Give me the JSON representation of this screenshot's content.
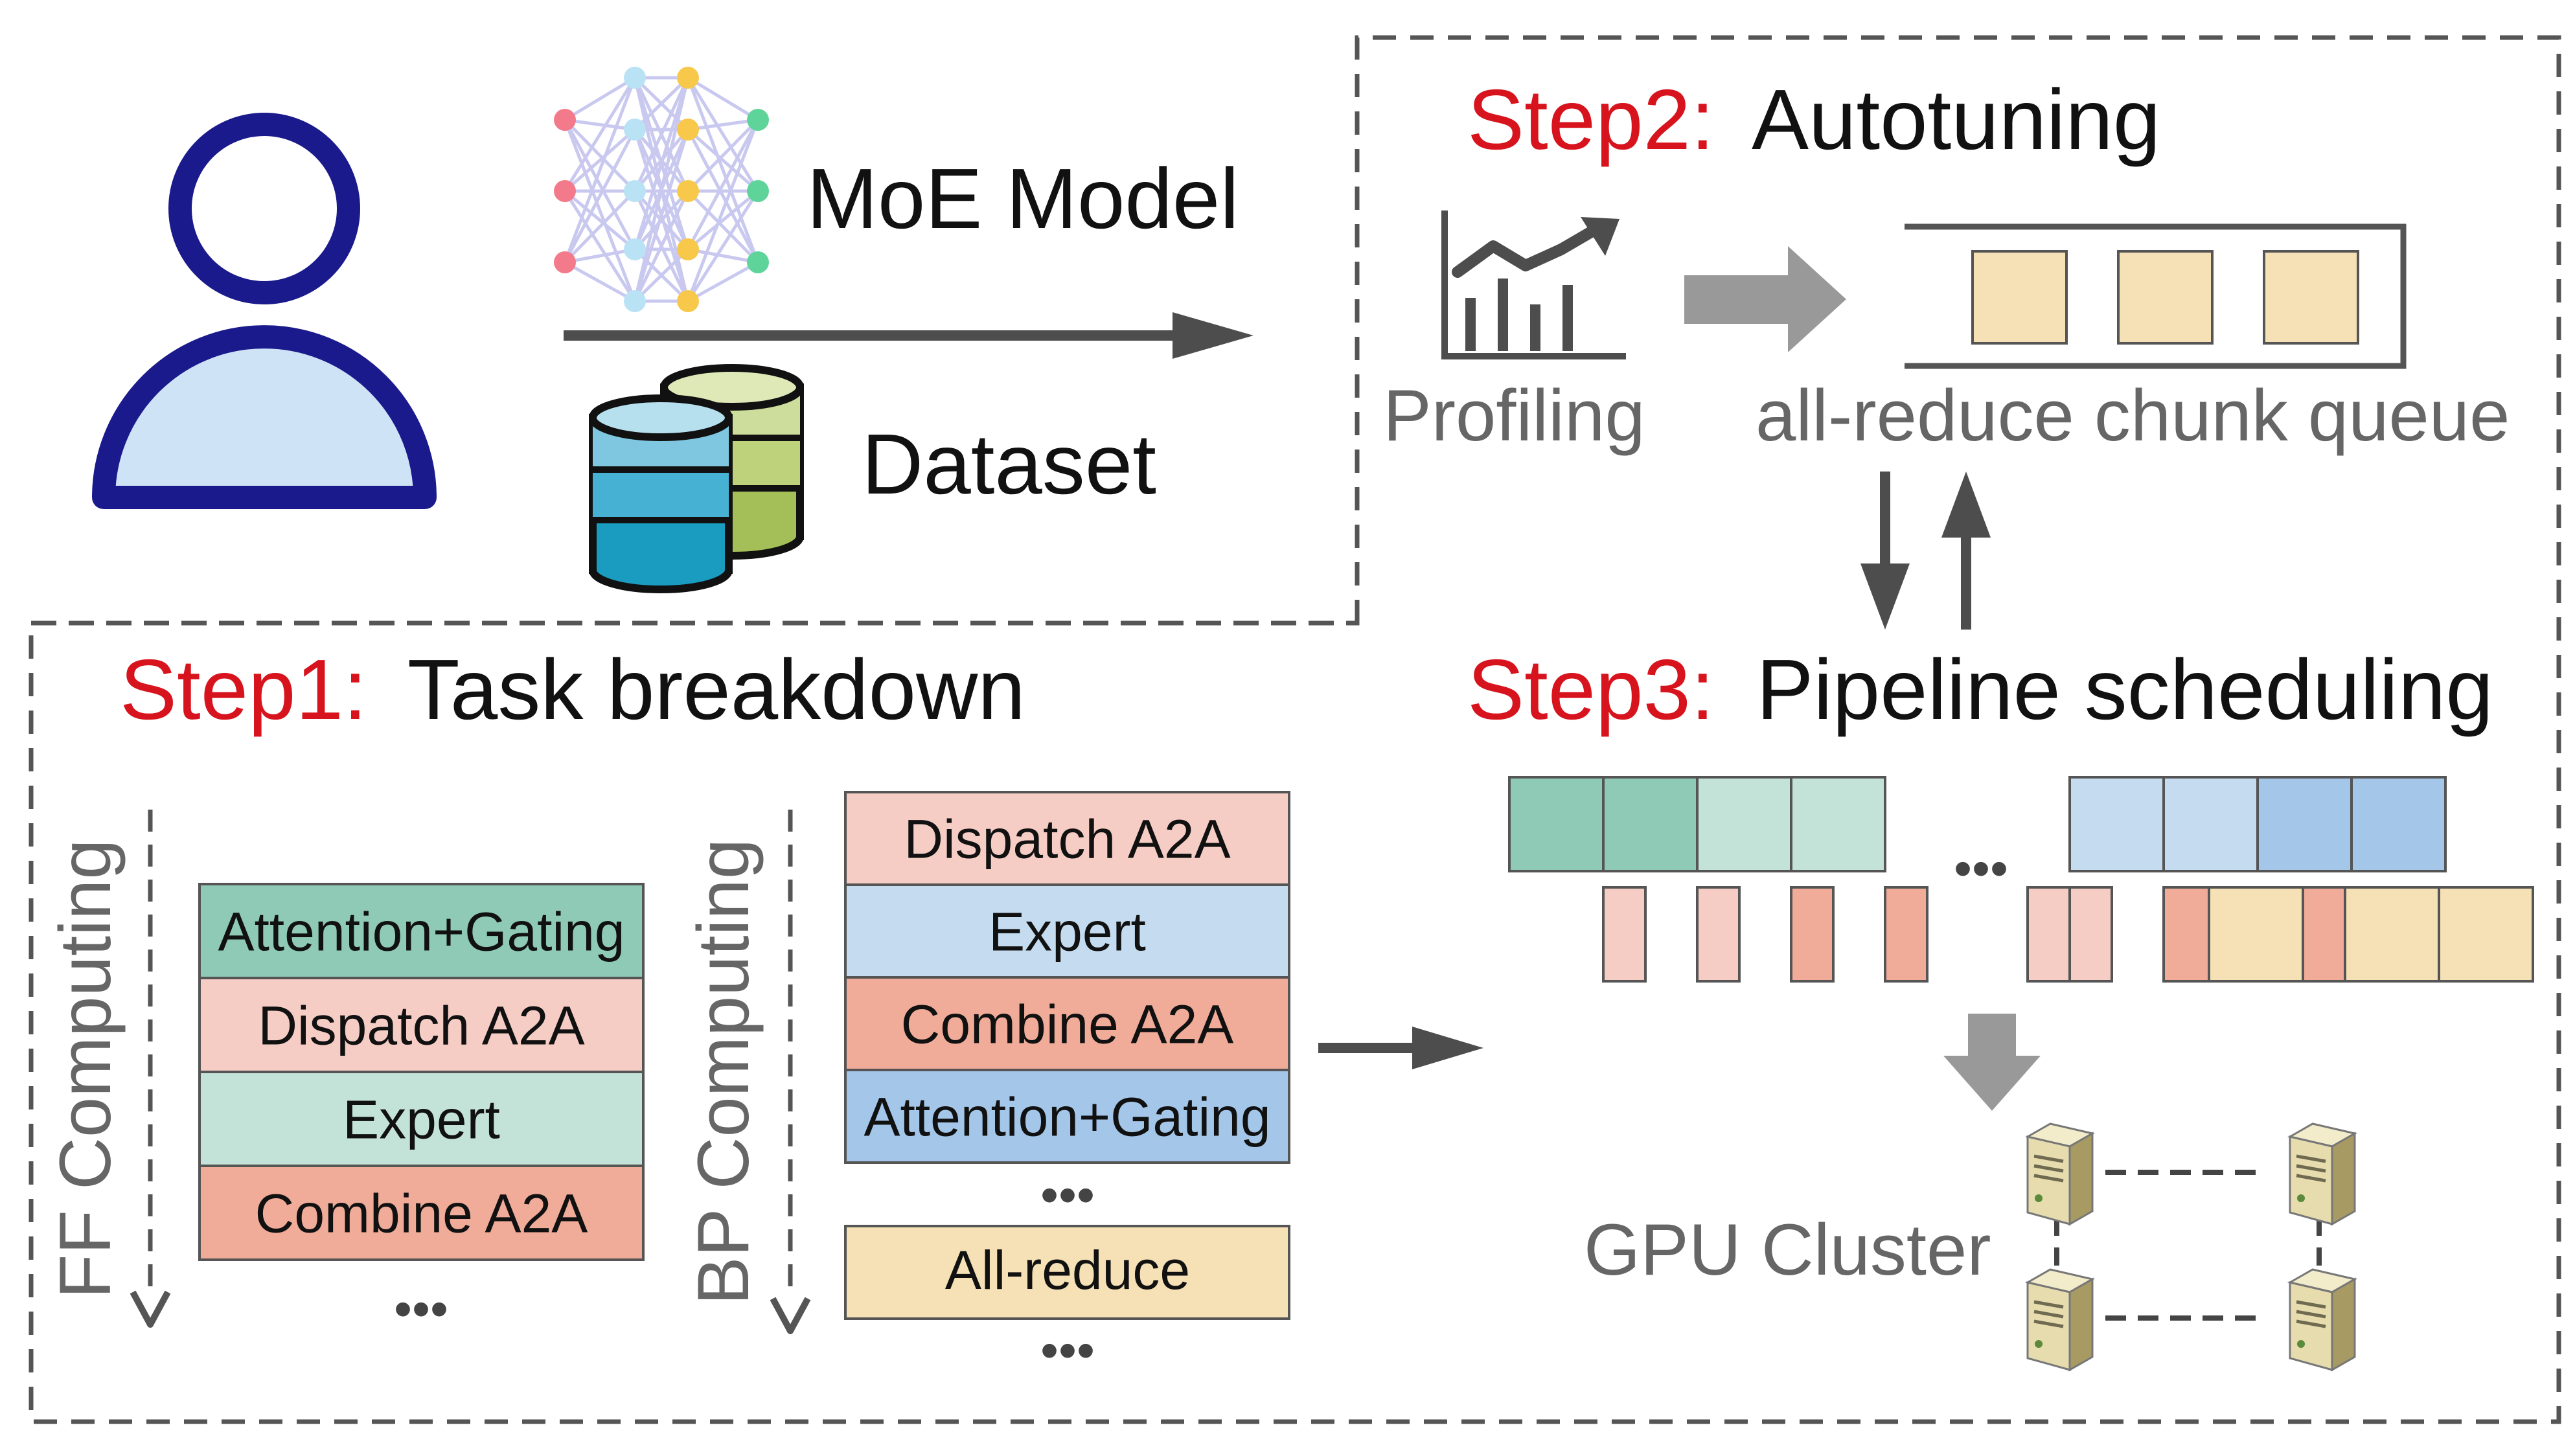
{
  "input": {
    "model_label": "MoE Model",
    "dataset_label": "Dataset"
  },
  "step1": {
    "prefix": "Step1:",
    "title": "Task breakdown",
    "ff_label": "FF Computing",
    "bp_label": "BP Computing",
    "ff_blocks": [
      "Attention+Gating",
      "Dispatch A2A",
      "Expert",
      "Combine A2A"
    ],
    "bp_blocks": [
      "Dispatch A2A",
      "Expert",
      "Combine A2A",
      "Attention+Gating"
    ],
    "bp_extra": "All-reduce",
    "ellipsis": "•••"
  },
  "step2": {
    "prefix": "Step2:",
    "title": "Autotuning",
    "profiling_label": "Profiling",
    "queue_label": "all-reduce chunk queue"
  },
  "step3": {
    "prefix": "Step3:",
    "title": "Pipeline scheduling",
    "ellipsis": "•••",
    "cluster_label": "GPU Cluster"
  },
  "colors": {
    "step_red": "#d7141d",
    "user_blue": "#1a1a8c",
    "user_fill": "#cfe3f7",
    "attention_green": "#8ecab5",
    "dispatch_pink": "#f6cdc5",
    "expert_mint": "#c4e3d8",
    "combine_salmon": "#f0ab99",
    "bp_expert_blue": "#c5dcf0",
    "bp_attention_blue": "#a3c6e9",
    "allreduce_tan": "#f5e1b5",
    "arrow_gray": "#999999",
    "dark_gray": "#4d4d4d"
  }
}
